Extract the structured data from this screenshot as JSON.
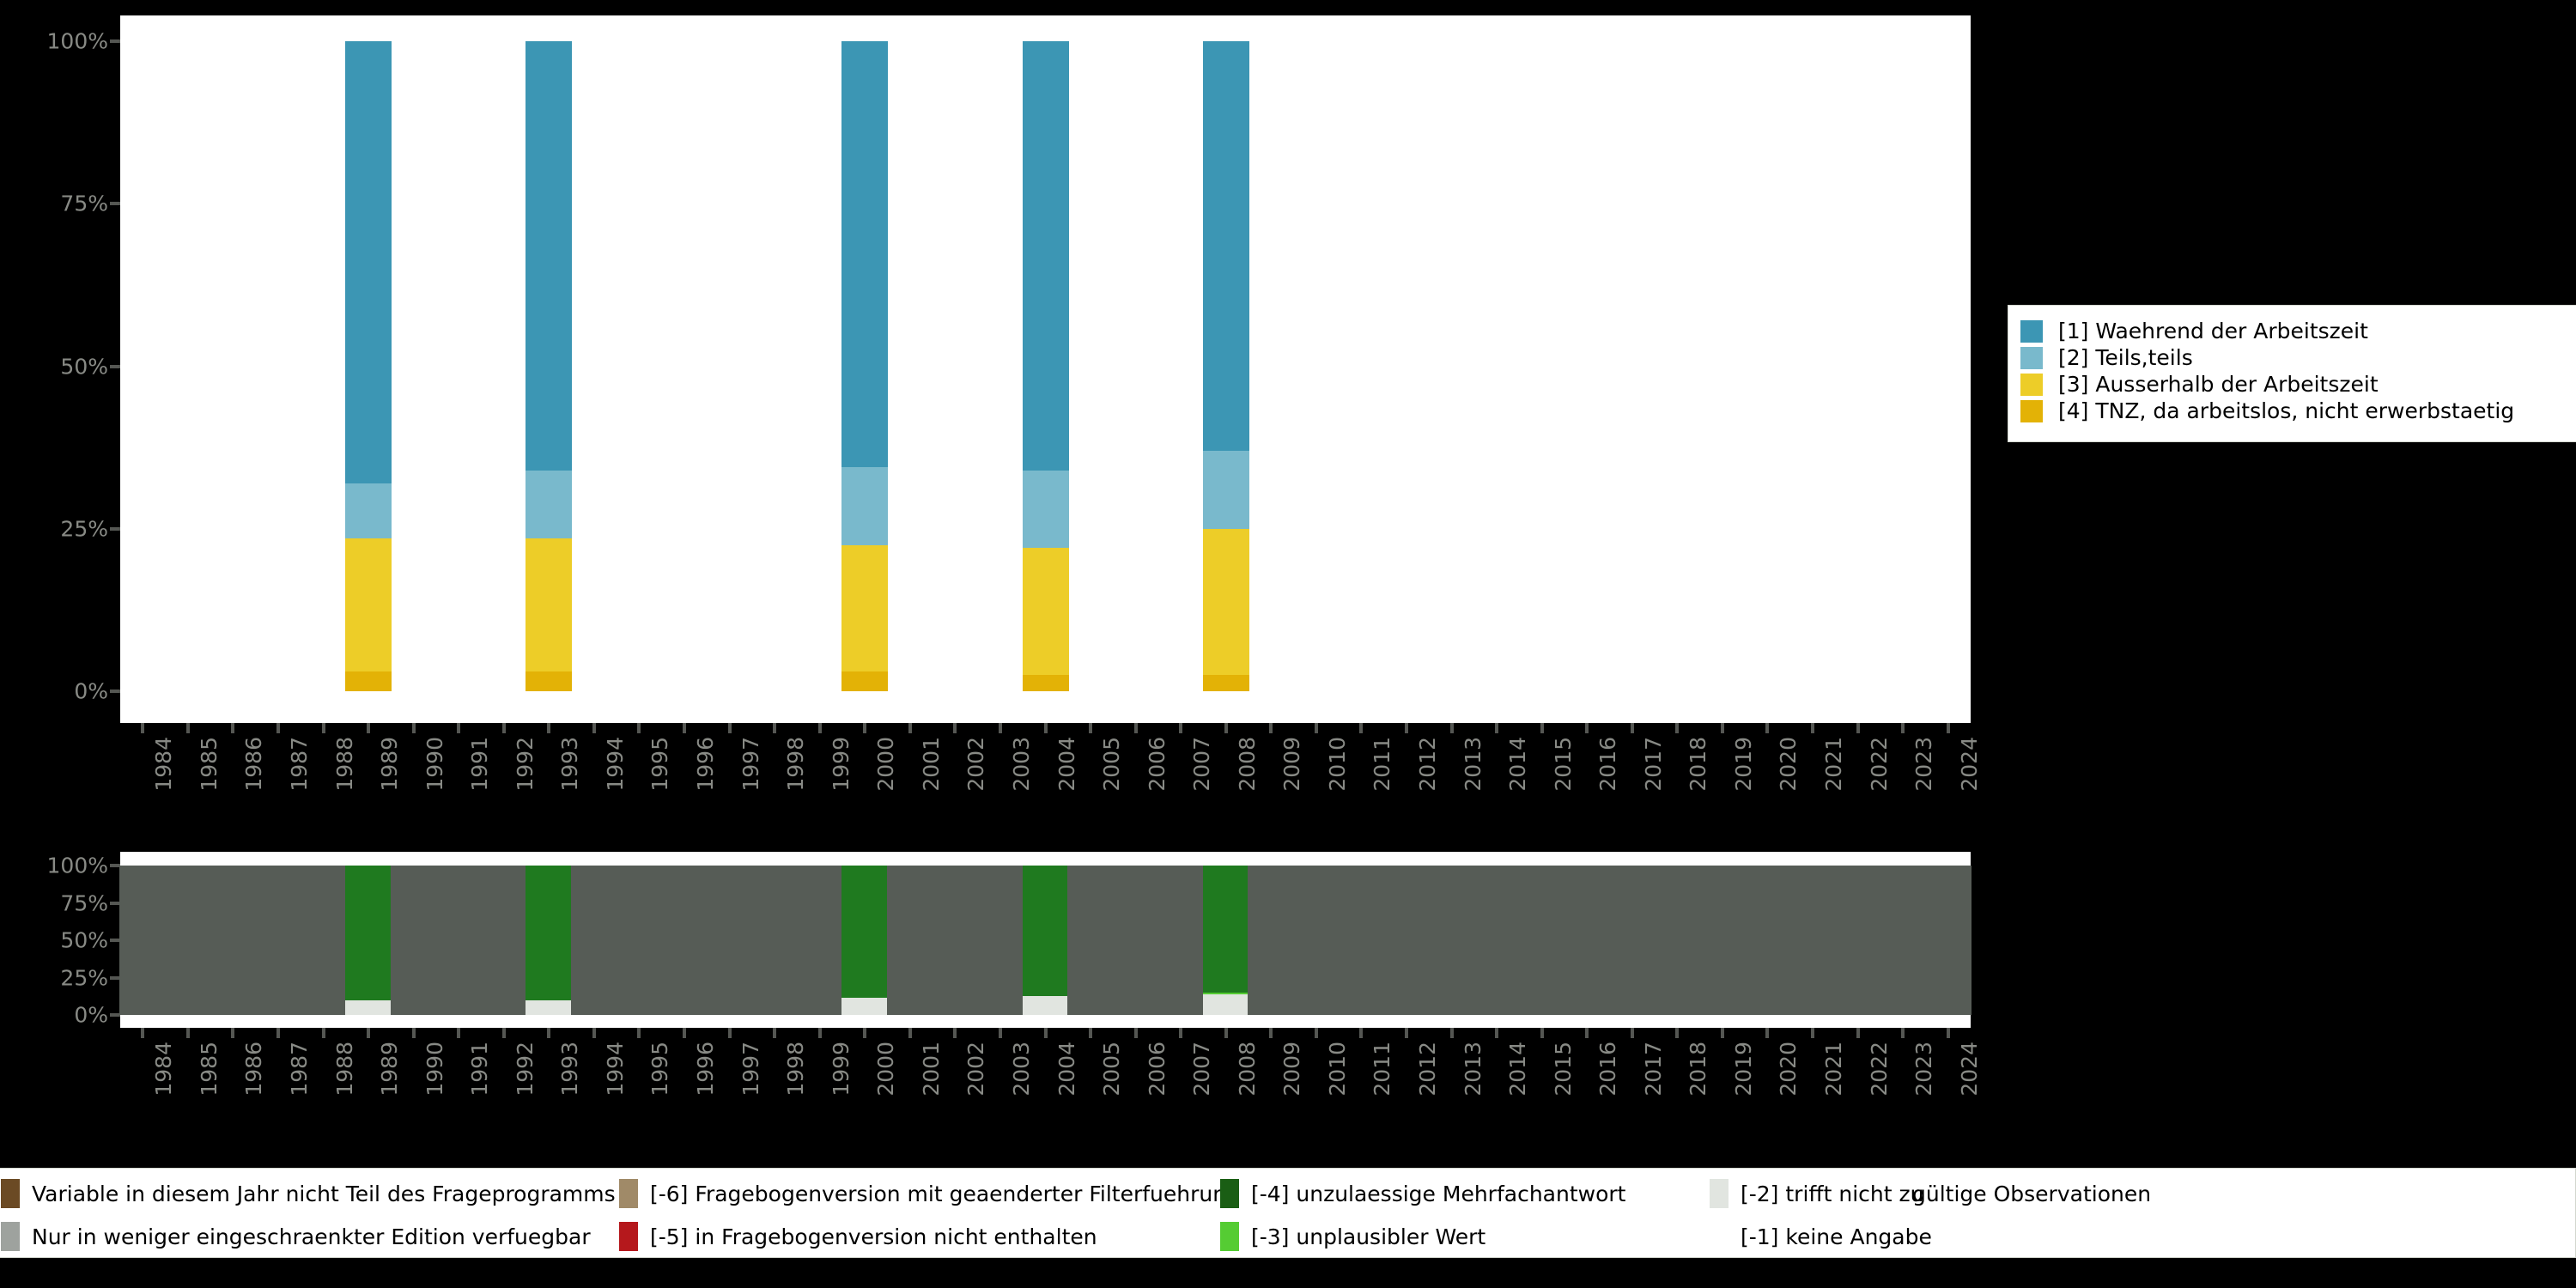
{
  "chart_data": {
    "type": "bar",
    "title": "",
    "xlabel": "",
    "ylabel": "",
    "ylim": [
      0,
      100
    ],
    "grid": false,
    "orientation": "vertical",
    "stacked": true,
    "units": "percent",
    "legend_position": "right",
    "x": [
      "1984",
      "1985",
      "1986",
      "1987",
      "1988",
      "1989",
      "1990",
      "1991",
      "1992",
      "1993",
      "1994",
      "1995",
      "1996",
      "1997",
      "1998",
      "1999",
      "2000",
      "2001",
      "2002",
      "2003",
      "2004",
      "2005",
      "2006",
      "2007",
      "2008",
      "2009",
      "2010",
      "2011",
      "2012",
      "2013",
      "2014",
      "2015",
      "2016",
      "2017",
      "2018",
      "2019",
      "2020",
      "2021",
      "2022",
      "2023",
      "2024"
    ],
    "ytick_labels": [
      "0%",
      "25%",
      "50%",
      "75%",
      "100%"
    ],
    "ytick_values": [
      0,
      25,
      50,
      75,
      100
    ],
    "data_years": [
      "1989",
      "1993",
      "2000",
      "2004",
      "2008"
    ],
    "series": [
      {
        "name": "[1] Waehrend der Arbeitszeit",
        "color": "#3C96B4",
        "values": {
          "1989": 68.0,
          "1993": 66.0,
          "2000": 65.5,
          "2004": 66.0,
          "2008": 63.0
        }
      },
      {
        "name": "[2] Teils,teils",
        "color": "#79B9CC",
        "values": {
          "1989": 8.5,
          "1993": 10.5,
          "2000": 12.0,
          "2004": 12.0,
          "2008": 12.0
        }
      },
      {
        "name": "[3] Ausserhalb der Arbeitszeit",
        "color": "#EDCD28",
        "values": {
          "1989": 20.5,
          "1993": 20.5,
          "2000": 19.5,
          "2004": 19.5,
          "2008": 22.5
        }
      },
      {
        "name": "[4] TNZ, da arbeitslos, nicht erwerbstaetig",
        "color": "#E3B206",
        "values": {
          "1989": 3.0,
          "1993": 3.0,
          "2000": 3.0,
          "2004": 2.5,
          "2008": 2.5
        }
      }
    ],
    "availability_panel": {
      "type": "bar",
      "stacked": true,
      "ytick_labels": [
        "0%",
        "25%",
        "50%",
        "75%",
        "100%"
      ],
      "ytick_values": [
        0,
        25,
        50,
        75,
        100
      ],
      "default_state": "[-5] in Fragebogenversion nicht enthalten",
      "default_color": "#565C56",
      "bars": {
        "1989": [
          {
            "key": "valid",
            "color": "#E1E5E0",
            "value": 10.0
          },
          {
            "key": "-2",
            "color": "#1F7A1F",
            "value": 90.0
          }
        ],
        "1993": [
          {
            "key": "valid",
            "color": "#E1E5E0",
            "value": 10.0
          },
          {
            "key": "-2",
            "color": "#1F7A1F",
            "value": 90.0
          }
        ],
        "2000": [
          {
            "key": "valid",
            "color": "#E1E5E0",
            "value": 11.5
          },
          {
            "key": "-2",
            "color": "#1F7A1F",
            "value": 88.5
          }
        ],
        "2004": [
          {
            "key": "valid",
            "color": "#E1E5E0",
            "value": 12.5
          },
          {
            "key": "-2",
            "color": "#1F7A1F",
            "value": 87.5
          }
        ],
        "2008": [
          {
            "key": "valid",
            "color": "#E1E5E0",
            "value": 14.0
          },
          {
            "key": "-1",
            "color": "#55CC33",
            "value": 1.0
          },
          {
            "key": "-2",
            "color": "#1F7A1F",
            "value": 85.0
          }
        ]
      }
    }
  },
  "right_legend": {
    "items": [
      {
        "label": "[1] Waehrend der Arbeitszeit",
        "color": "#3C96B4"
      },
      {
        "label": "[2] Teils,teils",
        "color": "#79B9CC"
      },
      {
        "label": "[3] Ausserhalb der Arbeitszeit",
        "color": "#EDCD28"
      },
      {
        "label": "[4] TNZ, da arbeitslos, nicht erwerbstaetig",
        "color": "#E3B206"
      }
    ]
  },
  "bottom_legend": {
    "items": [
      {
        "label": "Variable in diesem Jahr nicht Teil des Frageprogramms",
        "color": "#6B4A24",
        "row": 0,
        "col": 0
      },
      {
        "label": "[-6] Fragebogenversion mit geaenderter Filterfuehrung",
        "color": "#A08A68",
        "row": 0,
        "col": 1
      },
      {
        "label": "[-4] unzulaessige Mehrfachantwort",
        "color": "#1A5E14",
        "row": 0,
        "col": 2
      },
      {
        "label": "[-2] trifft nicht zu",
        "color": "#E1E5E0",
        "row": 0,
        "col": 3
      },
      {
        "label": "gültige Observationen",
        "color": "",
        "row": 0,
        "col": 4
      },
      {
        "label": "Nur in weniger eingeschraenkter Edition verfuegbar",
        "color": "#9EA29E",
        "row": 1,
        "col": 0
      },
      {
        "label": "[-5] in Fragebogenversion nicht enthalten",
        "color": "#B5181C",
        "row": 1,
        "col": 1
      },
      {
        "label": "[-3] unplausibler Wert",
        "color": "#55CC33",
        "row": 1,
        "col": 2
      },
      {
        "label": "[-1] keine Angabe",
        "color": "",
        "row": 1,
        "col": 3
      }
    ]
  }
}
